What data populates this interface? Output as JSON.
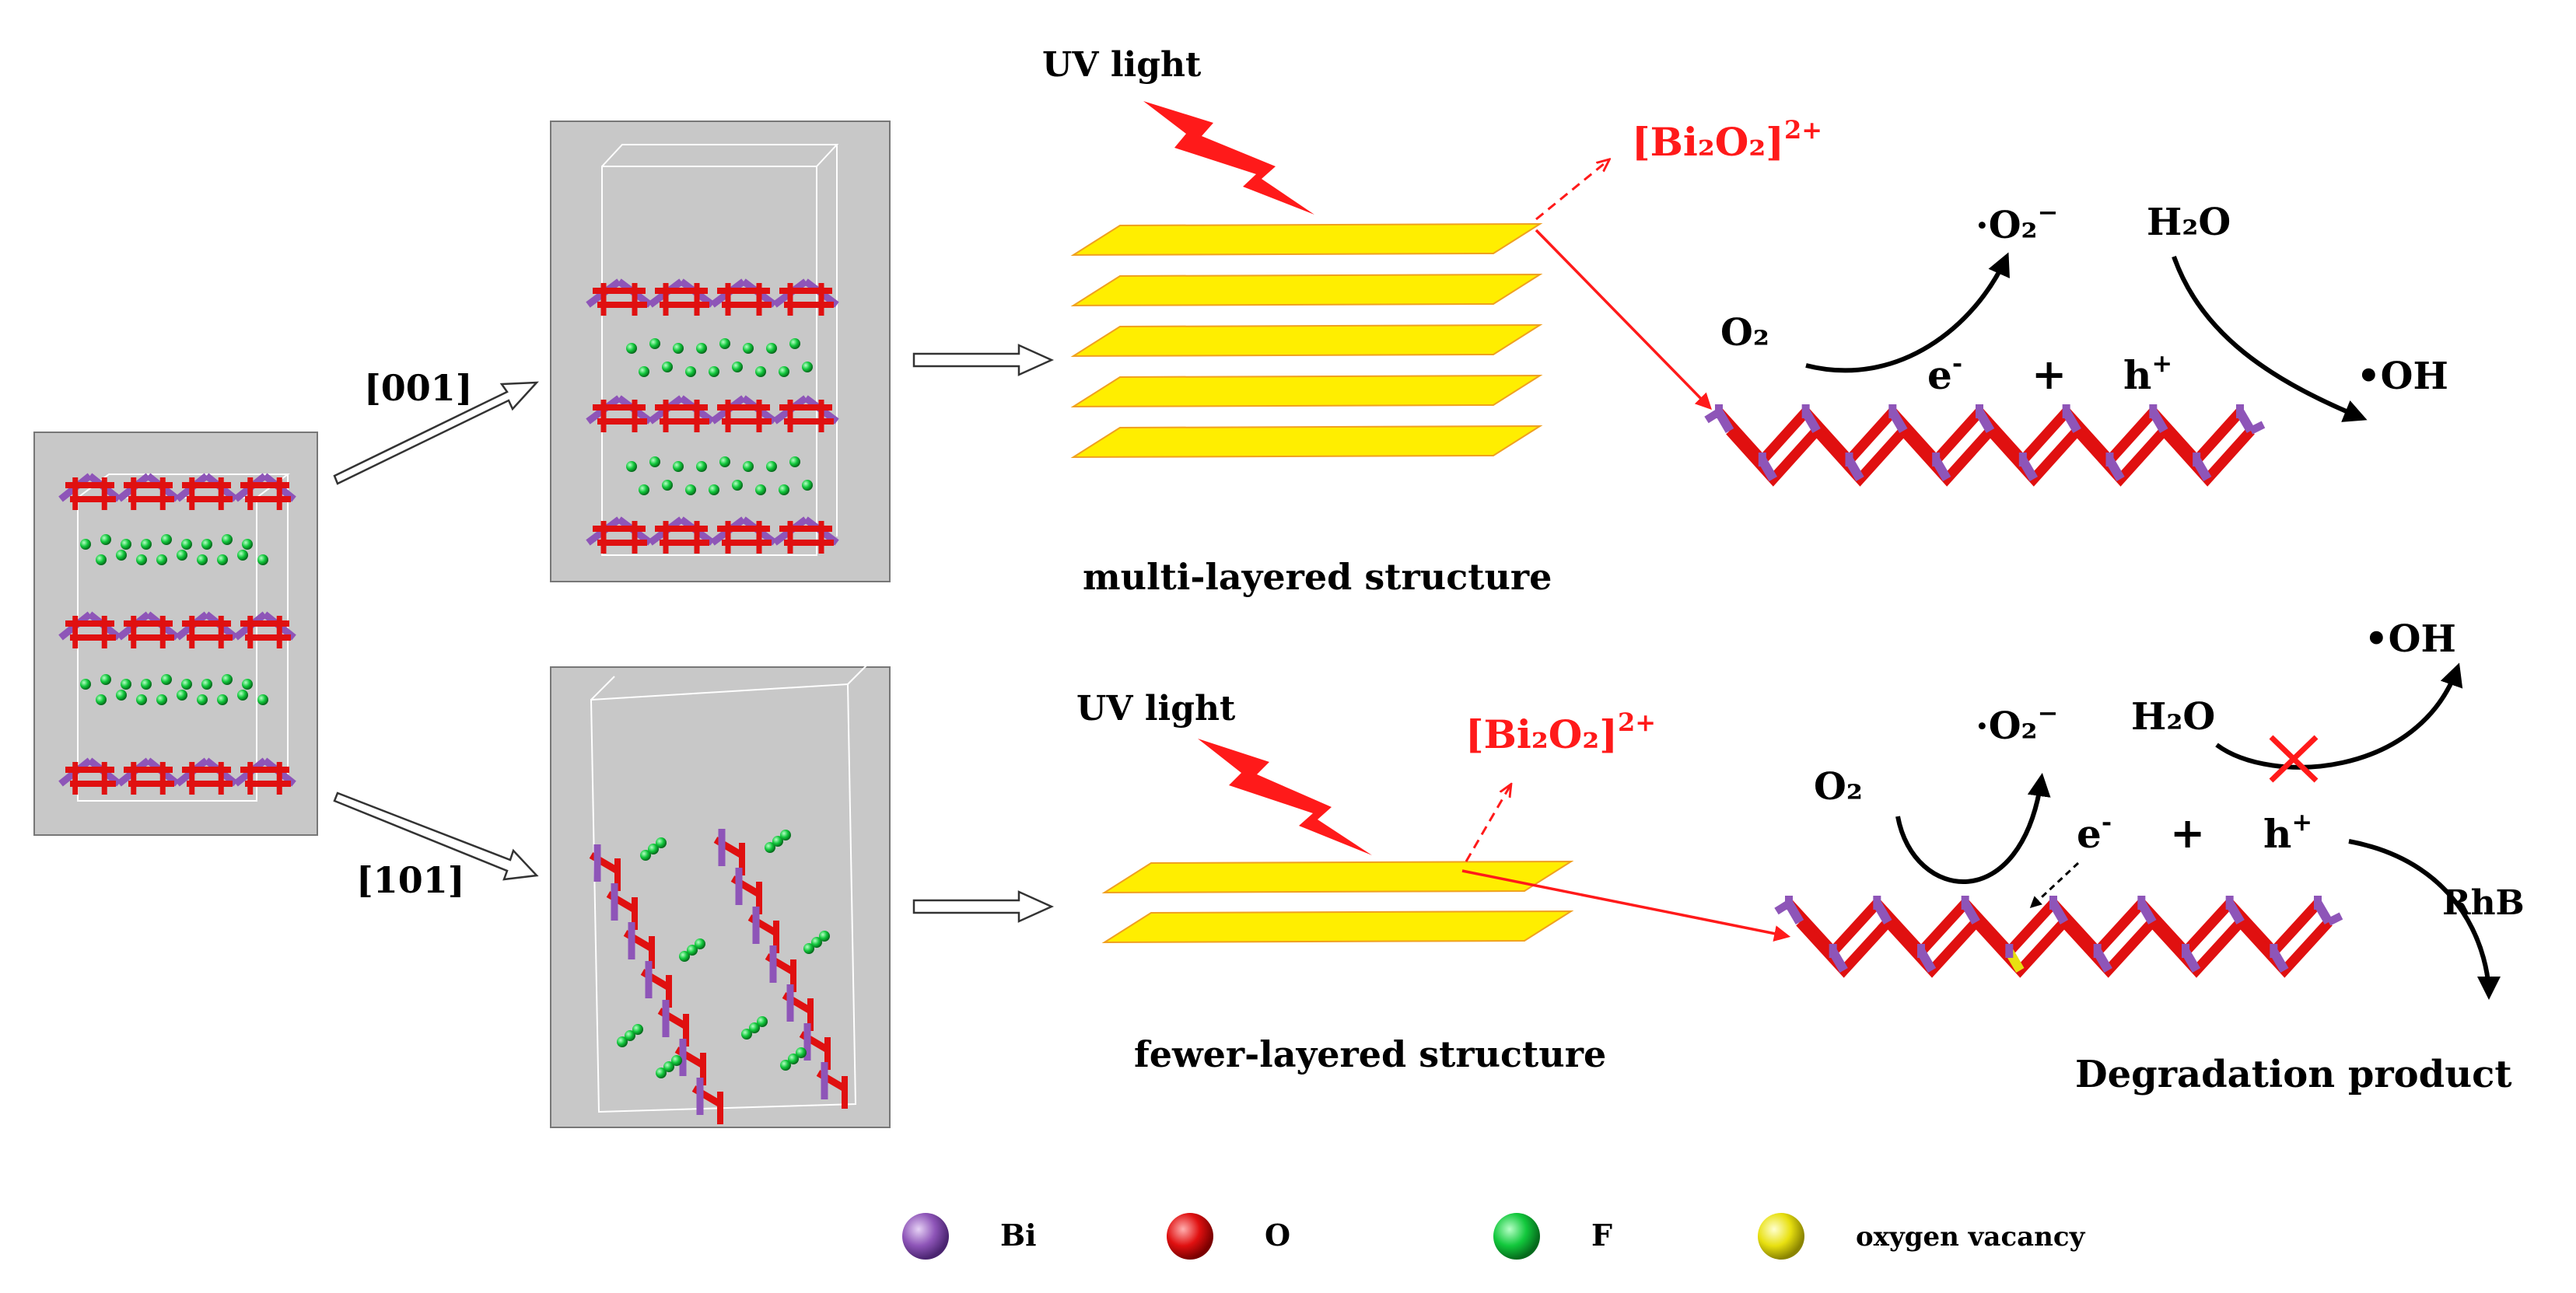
{
  "directions": {
    "top": "[001]",
    "bottom": "[101]"
  },
  "top_row": {
    "light_label": "UV light",
    "released_ion": "[Bi₂O₂]",
    "released_ion_charge": "2+",
    "structure_caption": "multi-layered structure",
    "layer_count": 5,
    "reactions": {
      "o2": "O₂",
      "superoxide": "·O₂",
      "superoxide_charge": "−",
      "water": "H₂O",
      "hydroxyl": "•OH",
      "electron": "e",
      "electron_charge": "-",
      "plus": "+",
      "hole": "h",
      "hole_charge": "+"
    }
  },
  "bottom_row": {
    "light_label": "UV light",
    "released_ion": "[Bi₂O₂]",
    "released_ion_charge": "2+",
    "structure_caption": "fewer-layered structure",
    "layer_count": 2,
    "reactions": {
      "o2": "O₂",
      "superoxide": "·O₂",
      "superoxide_charge": "−",
      "water": "H₂O",
      "hydroxyl": "•OH",
      "electron": "e",
      "electron_charge": "-",
      "plus": "+",
      "hole": "h",
      "hole_charge": "+",
      "dye": "RhB",
      "product": "Degradation product"
    }
  },
  "legend": [
    {
      "label": "Bi",
      "color": "#8e55b8"
    },
    {
      "label": "O",
      "color": "#e01010"
    },
    {
      "label": "F",
      "color": "#12c83c"
    },
    {
      "label": "oxygen vacancy",
      "color": "#e8e010"
    }
  ],
  "colors": {
    "bismuth": "#8e55b8",
    "oxygen": "#e01010",
    "fluorine": "#12c83c",
    "vacancy": "#e8e010",
    "layer_fill": "#ffee00",
    "layer_edge": "#f0a020",
    "ion_text": "#ff1a1a",
    "crystal_panel": "#c8c8c8"
  }
}
